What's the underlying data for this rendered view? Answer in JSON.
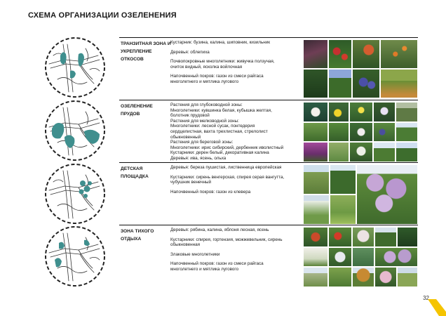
{
  "page": {
    "title": "СХЕМА ОРГАНИЗАЦИИ ОЗЕЛЕНЕНИЯ",
    "number": "32",
    "accent": "#f5c400",
    "pond_color": "#3f8f8e"
  },
  "sections": [
    {
      "title": "ТРАНЗИТНАЯ ЗОНА И УКРЕПЛЕНИЕ ОТКОСОВ",
      "paragraphs": [
        "Кустарник: бузина, калина, шиповник, кизильник",
        "Деревья: облепиха",
        "Почвопокровные многолетники: живучка ползучая,\nочиток видный, ясколка войлочная",
        "Напочвенный покров: газон из смеси райгаса\nмноголетнего и мятлика лугового"
      ]
    },
    {
      "title": "ОЗЕЛЕНЕНИЕ ПРУДОВ",
      "paragraphs": [
        "Растения для глубоководной зоны:",
        "Многолетники: кувшинка белая, кубышка желтая,\nболотник прудовой",
        "Растения для мелководной зоны:",
        "Многолетники: лесной сусак, понтедерия\nсердцелистная, вахта трехлистная, стрелолист\nобыкновенный",
        "Растения для береговой зоны:",
        "Многолетники: ирис сибирский, дербенник иволистный",
        "Кустарники: дерен белый, декоративная калина",
        "Деревья: ива, ясень, ольха"
      ]
    },
    {
      "title": "ДЕТСКАЯ ПЛОЩАДКА",
      "paragraphs": [
        "Деревья: береза пушистая, лиственница европейская",
        "Кустарники: сирень венгерская, спирея серая вангутта,\nчубушник венечный",
        "Напочвенный покров: газон из клевера"
      ]
    },
    {
      "title": "ЗОНА ТИХОГО ОТДЫХА",
      "paragraphs": [
        "Деревья: рябина, калина, яблоня лесная, ясень",
        "Кустарники: спирея, гортензия, можжевельник, сирень\nобыкновенная",
        "Злаковые многолетники",
        "Напочвенный покров: газон из смеси райгаса\nмноголетнего и мятлика лугового"
      ]
    }
  ]
}
